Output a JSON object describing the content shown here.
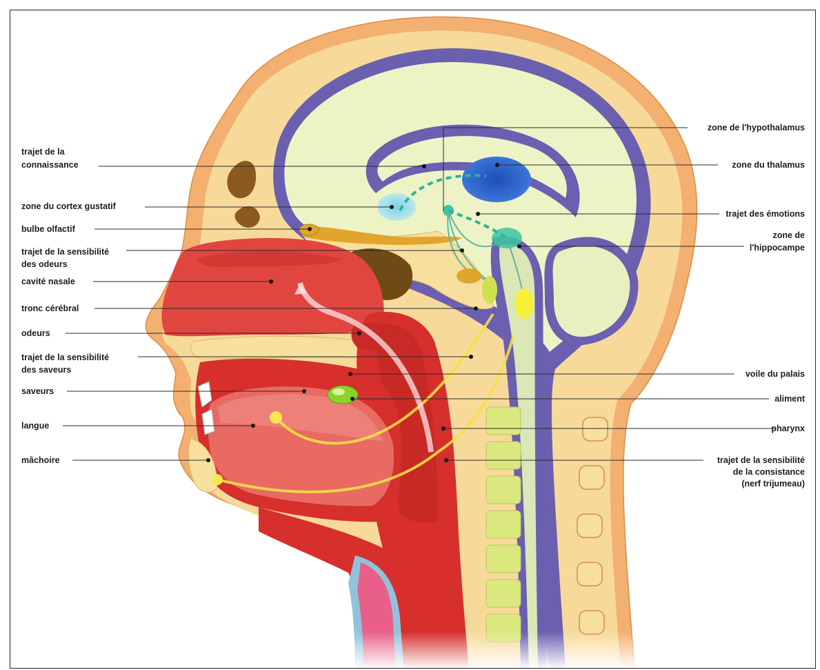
{
  "colors": {
    "skin": "#f4b071",
    "skin_inner": "#f7df9e",
    "brain": "#eef3c6",
    "meninges": "#6b5fb0",
    "nasal": "#e0463f",
    "mouth": "#d62f2c",
    "tongue": "#e86a63",
    "nerve_yellow": "#f2e045",
    "nerve_green": "#58b9a0",
    "thalamus": "#2f63c7",
    "bone": "#b77a22",
    "spine": "#dbe87e"
  },
  "labels": {
    "left": [
      "trajet de la connaissance",
      "zone du cortex gustatif",
      "bulbe olfactif",
      "trajet de la sensibilité des odeurs",
      "cavité nasale",
      "tronc cérébral",
      "odeurs",
      "trajet de la sensibilité des saveurs",
      "saveurs",
      "langue",
      "mâchoire"
    ],
    "right": [
      "zone de l'hypothalamus",
      "zone du thalamus",
      "trajet des émotions",
      "zone de l'hippocampe",
      "voile du palais",
      "aliment",
      "pharynx",
      "trajet de la sensibilité de la consistance (nerf trijumeau)"
    ]
  },
  "left_lines": {
    "connaissance": [
      "trajet de la",
      "connaissance"
    ],
    "cortex": [
      "zone du cortex gustatif"
    ],
    "bulbe": [
      "bulbe olfactif"
    ],
    "odeurs_sens": [
      "trajet de la sensibilité",
      "des odeurs"
    ],
    "cavite": [
      "cavité nasale"
    ],
    "tronc": [
      "tronc cérébral"
    ],
    "odeurs": [
      "odeurs"
    ],
    "saveurs_sens": [
      "trajet de la sensibilité",
      "des saveurs"
    ],
    "saveurs": [
      "saveurs"
    ],
    "langue": [
      "langue"
    ],
    "machoire": [
      "mâchoire"
    ]
  },
  "right_lines": {
    "hypothalamus": [
      "zone de l'hypothalamus"
    ],
    "thalamus": [
      "zone du thalamus"
    ],
    "emotions": [
      "trajet des émotions"
    ],
    "hippocampe": [
      "zone de",
      "l'hippocampe"
    ],
    "voile": [
      "voile du palais"
    ],
    "aliment": [
      "aliment"
    ],
    "pharynx": [
      "pharynx"
    ],
    "consistance": [
      "trajet de la sensibilité",
      "de la consistance",
      "(nerf trijumeau)"
    ]
  }
}
